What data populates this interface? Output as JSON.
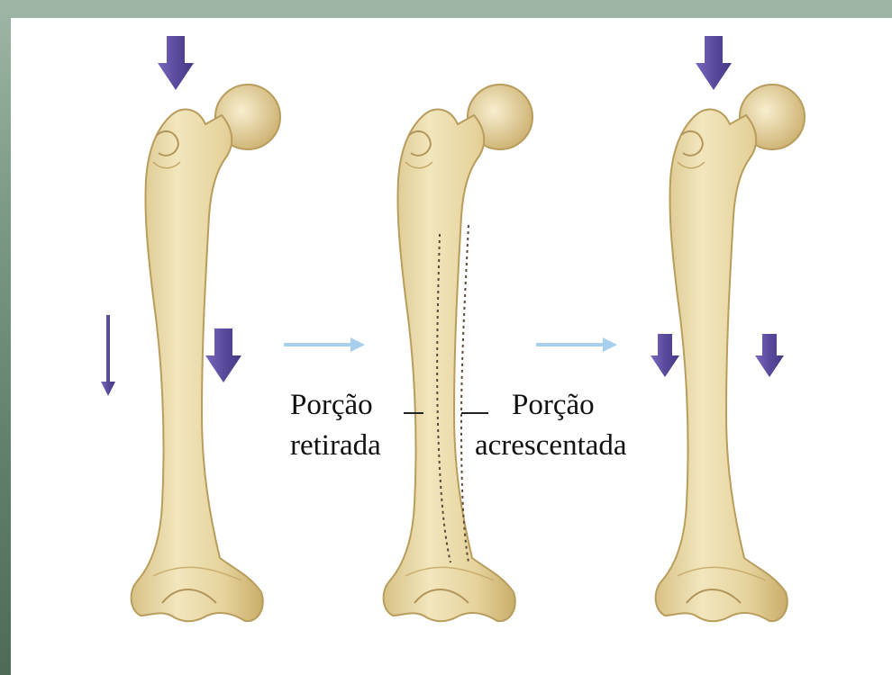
{
  "labels": {
    "removed_portion": {
      "line1": "Porção",
      "line2": "retirada"
    },
    "added_portion": {
      "line1": "Porção",
      "line2": "acrescentada"
    }
  },
  "colors": {
    "background": "#6f8f78",
    "bone_fill": "#eadba6",
    "bone_shade": "#d6bf7f",
    "bone_outline": "#b89d5c",
    "force_arrow": "#5a4a9c",
    "transition_arrow": "#a8d0ec"
  },
  "icons": {
    "force_arrows": "down-arrow-icon",
    "transition_arrows": "right-arrow-icon"
  }
}
